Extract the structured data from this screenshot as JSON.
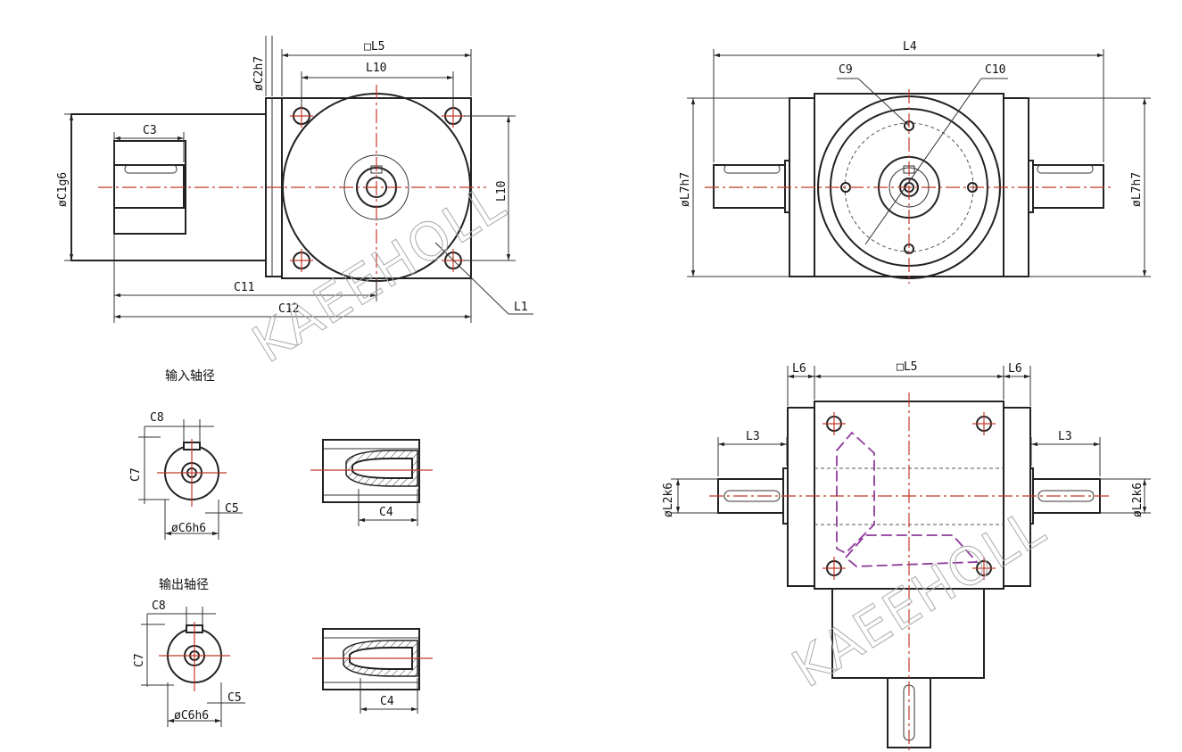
{
  "labels": {
    "l5_top": "□L5",
    "l10_top": "L10",
    "c2h7": "øC2h7",
    "c3": "C3",
    "c1g6": "øC1g6",
    "l10_side": "L10",
    "c11": "C11",
    "c12": "C12",
    "l1": "L1",
    "l4": "L4",
    "c9": "C9",
    "c10": "C10",
    "l7h7_left": "øL7h7",
    "l7h7_right": "øL7h7",
    "l6_left": "L6",
    "l5_bottom": "□L5",
    "l6_right": "L6",
    "l3_left": "L3",
    "l3_right": "L3",
    "l2k6_left": "øL2k6",
    "l2k6_right": "øL2k6",
    "in_c8": "C8",
    "in_c7": "C7",
    "in_c5": "C5",
    "in_c6h6": "øC6h6",
    "in_c4": "C4",
    "out_c8": "C8",
    "out_c7": "C7",
    "out_c5": "C5",
    "out_c6h6": "øC6h6",
    "out_c4": "C4"
  },
  "sections": {
    "input_shaft": "输入轴径",
    "output_shaft": "输出轴径"
  },
  "watermarks": {
    "top": "KAEEHOLL",
    "bottom": "KAEEHOLL"
  }
}
